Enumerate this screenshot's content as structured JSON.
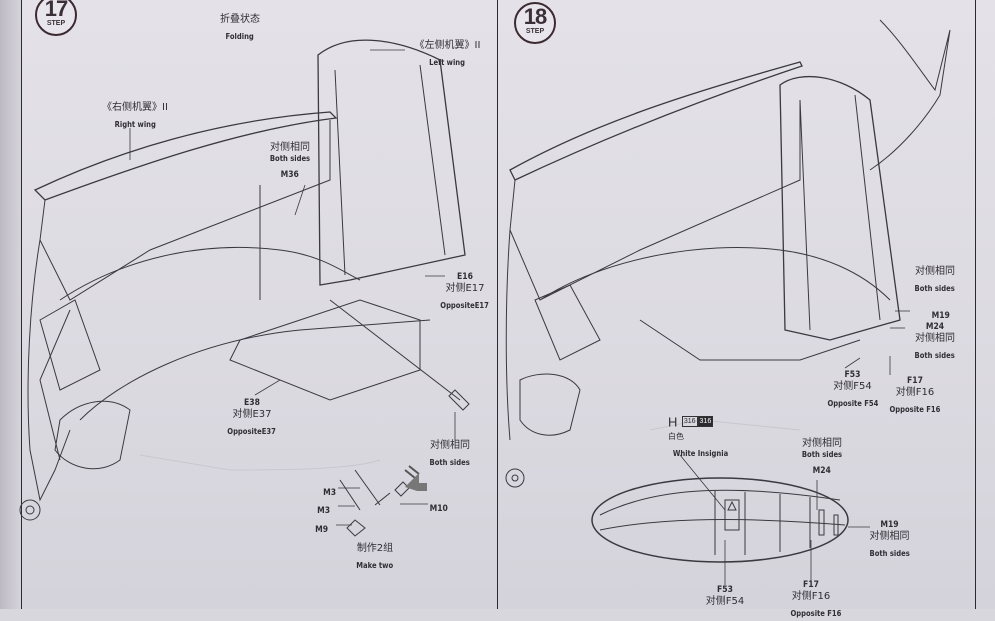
{
  "steps": [
    {
      "number": "17",
      "step_word": "STEP",
      "header": {
        "cn": "折叠状态",
        "en": "Folding"
      },
      "callouts": [
        {
          "id": "right-wing",
          "cn": "《右侧机翼》II",
          "en": "Right wing"
        },
        {
          "id": "left-wing",
          "cn": "《左侧机翼》II",
          "en": "Left wing"
        },
        {
          "id": "m36",
          "cn": "对侧相同",
          "en": "Both sides",
          "part": "M36"
        },
        {
          "id": "e16",
          "part": "E16",
          "cn": "对侧E17",
          "en": "OppositeE17"
        },
        {
          "id": "e38",
          "part": "E38",
          "cn": "对侧E37",
          "en": "OppositeE37"
        },
        {
          "id": "strut-both",
          "cn": "对侧相同",
          "en": "Both sides"
        }
      ],
      "subassembly": {
        "parts": [
          "M3",
          "M3",
          "M9",
          "M10"
        ],
        "cn": "制作2组",
        "en": "Make two"
      }
    },
    {
      "number": "18",
      "step_word": "STEP",
      "callouts": [
        {
          "id": "both-top",
          "cn": "对侧相同",
          "en": "Both sides"
        },
        {
          "id": "m19",
          "part": "M19"
        },
        {
          "id": "m24",
          "part": "M24",
          "cn": "对侧相同",
          "en": "Both sides"
        },
        {
          "id": "f53",
          "part": "F53",
          "cn": "对侧F54",
          "en": "Opposite F54"
        },
        {
          "id": "f17",
          "part": "F17",
          "cn": "对侧F16",
          "en": "Opposite F16"
        }
      ],
      "insignia": {
        "sheet": "H",
        "decal_outline": "316",
        "decal_filled": "316",
        "cn": "白色",
        "en": "White Insignia"
      },
      "detail": {
        "m24": {
          "cn": "对侧相同",
          "en": "Both sides",
          "part": "M24"
        },
        "m19": {
          "part": "M19",
          "cn": "对侧相同",
          "en": "Both sides"
        },
        "f53": {
          "part": "F53",
          "cn": "对侧F54"
        },
        "f17": {
          "part": "F17",
          "cn": "对侧F16",
          "en": "Opposite F16"
        }
      }
    }
  ]
}
